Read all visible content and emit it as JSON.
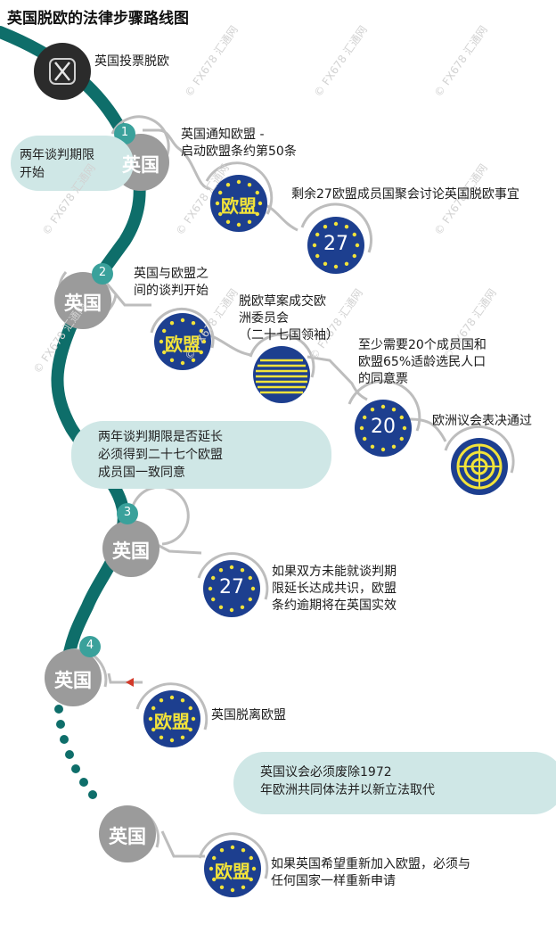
{
  "title": "英国脱欧的法律步骤路线图",
  "watermark": "© FX678 汇通网",
  "colors": {
    "road": "#0e6e6a",
    "uk_circle": "#9b9b9b",
    "eu_blue": "#1d3f8f",
    "eu_star": "#f2e33a",
    "bubble": "#cfe7e6",
    "connector": "#bdbdbd",
    "arrow": "#d33a2a"
  },
  "start": {
    "label": "英国投票脱欧",
    "icon": "x-circle-icon"
  },
  "steps": [
    {
      "num": "1",
      "country": "英国"
    },
    {
      "num": "2",
      "country": "英国"
    },
    {
      "num": "3",
      "country": "英国"
    },
    {
      "num": "4",
      "country": "英国"
    },
    {
      "num": "",
      "country": "英国"
    }
  ],
  "eu_badges": {
    "eu_text": "欧盟",
    "n27": "27",
    "n20": "20"
  },
  "notes": {
    "negotiation_limit": "两年谈判期限\n开始",
    "step1": "英国通知欧盟 -\n启动欧盟条约第50条",
    "eu27_meeting": "剩余27欧盟成员国聚会讨论英国脱欧事宜",
    "step2": "英国与欧盟之\n间的谈判开始",
    "draft": "脱欧草案成交欧\n洲委员会\n（二十七国领袖）",
    "approval": "至少需要20个成员国和\n欧盟65%适龄选民人口\n的同意票",
    "parliament": "欧洲议会表决通过",
    "extension": "两年谈判期限是否延长\n必须得到二十七个欧盟\n成员国一致同意",
    "no_consensus": "如果双方未能就谈判期\n限延长达成共识，欧盟\n条约逾期将在英国实效",
    "leave": "英国脱离欧盟",
    "repeal": "英国议会必须废除1972\n年欧洲共同体法并以新立法取代",
    "rejoin": "如果英国希望重新加入欧盟，必须与\n任何国家一样重新申请"
  }
}
